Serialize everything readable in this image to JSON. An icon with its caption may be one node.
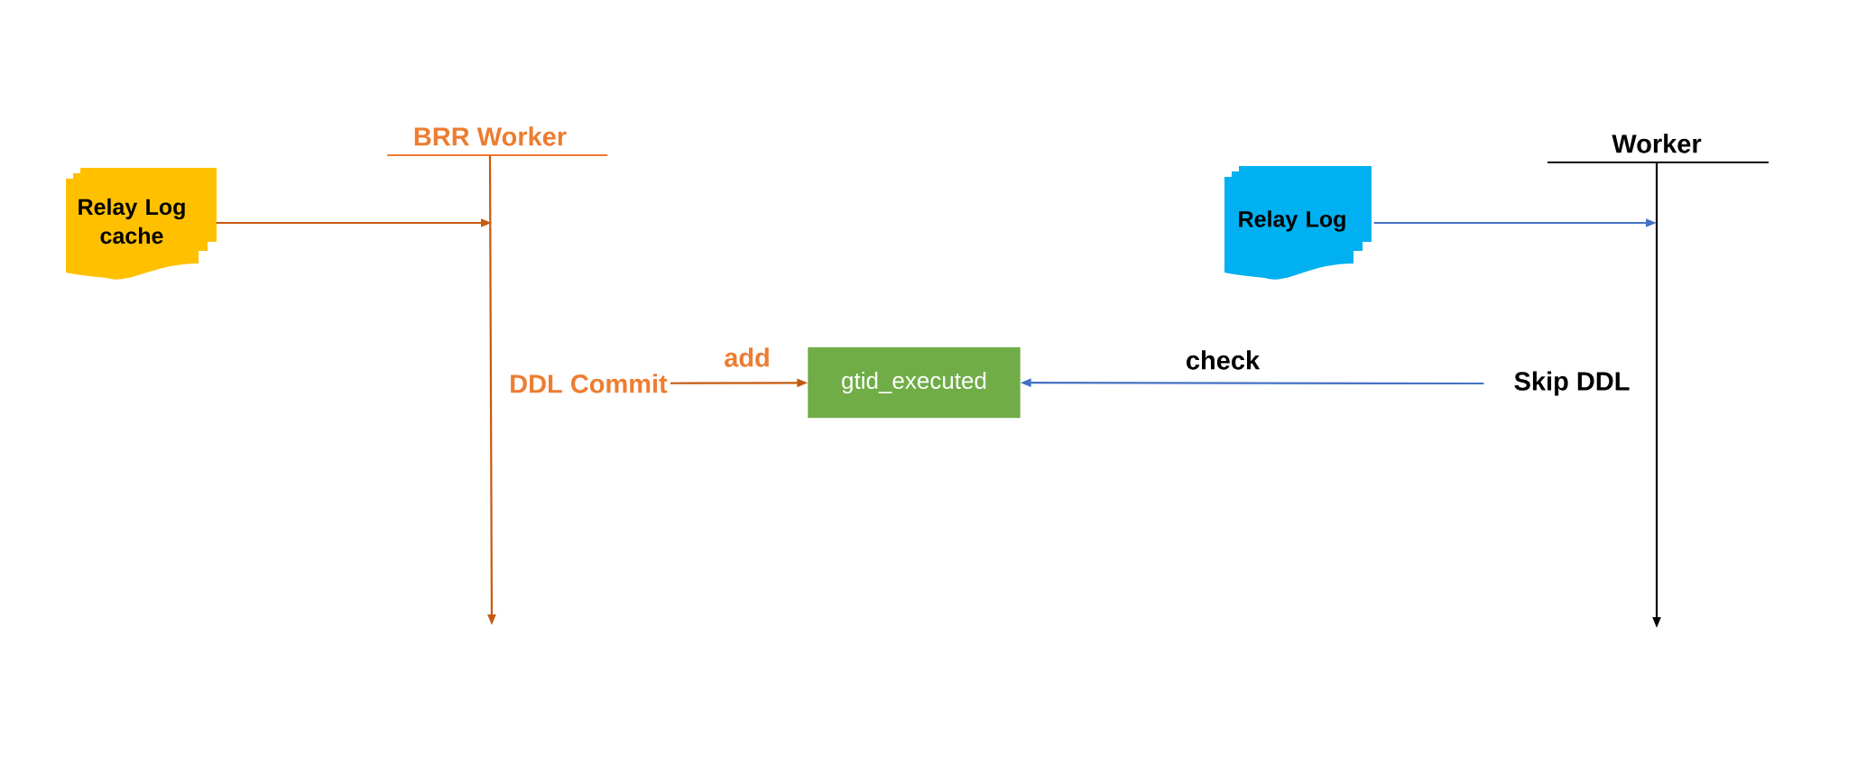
{
  "diagram": {
    "nodes": [
      {
        "text": [
          "BRR Worker"
        ]
      },
      {
        "text": [
          "Relay Log cache"
        ]
      },
      {
        "text": [
          "DDL Commit"
        ]
      },
      {
        "text": [
          "gtid_executed"
        ]
      },
      {
        "text": [
          "Worker"
        ]
      },
      {
        "text": [
          "Relay Log"
        ]
      },
      {
        "text": [
          "Skip DDL"
        ]
      }
    ],
    "edges": [
      {
        "from": 0,
        "to": null,
        "arrow": "to",
        "color": "#c55a11"
      },
      {
        "from": 1,
        "to": null,
        "arrow": "to",
        "color": "#c55a11"
      },
      {
        "from": 2,
        "to": 3,
        "arrow": "to",
        "label": "add",
        "color": "#c55a11"
      },
      {
        "from": 4,
        "to": null,
        "arrow": "to",
        "color": "#000000"
      },
      {
        "from": 5,
        "to": null,
        "arrow": "to",
        "color": "#4472c4"
      },
      {
        "from": 6,
        "to": 3,
        "arrow": "to",
        "label": "check",
        "color": "#4472c4"
      }
    ]
  }
}
